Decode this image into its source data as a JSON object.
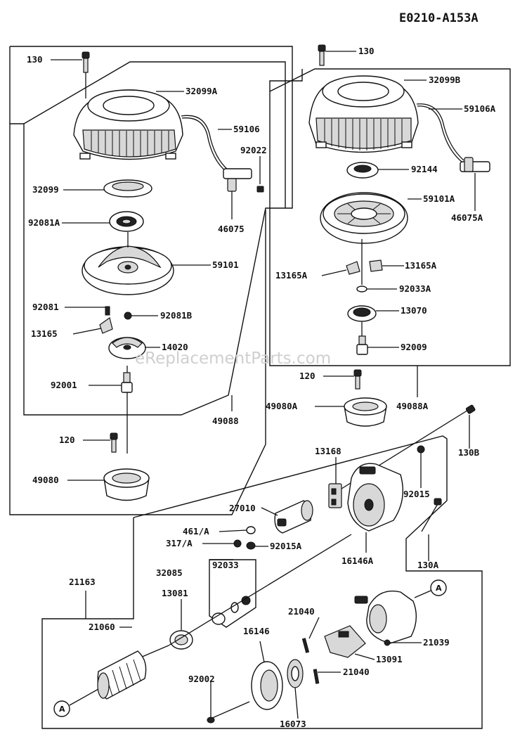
{
  "diagram": {
    "code": "E0210-A153A",
    "watermark": "eReplacementParts.com",
    "callout": "A",
    "labels": {
      "l_130_left": "130",
      "l_32099a": "32099A",
      "l_59106": "59106",
      "l_92022": "92022",
      "l_32099": "32099",
      "l_92081a": "92081A",
      "l_46075": "46075",
      "l_59101": "59101",
      "l_92081": "92081",
      "l_92081b": "92081B",
      "l_13165": "13165",
      "l_14020": "14020",
      "l_92001": "92001",
      "l_49088": "49088",
      "l_120_left": "120",
      "l_49080": "49080",
      "l_130_right": "130",
      "l_32099b": "32099B",
      "l_59106a": "59106A",
      "l_92144": "92144",
      "l_59101a": "59101A",
      "l_46075a": "46075A",
      "l_13165a_left": "13165A",
      "l_13165a_right": "13165A",
      "l_92033a": "92033A",
      "l_13070": "13070",
      "l_92009": "92009",
      "l_120_right": "120",
      "l_49080a": "49080A",
      "l_49088a": "49088A",
      "l_130b": "130B",
      "l_13168": "13168",
      "l_92015": "92015",
      "l_27010": "27010",
      "l_461a": "461/A",
      "l_317a": "317/A",
      "l_92015a": "92015A",
      "l_16146a": "16146A",
      "l_130a": "130A",
      "l_32085": "32085",
      "l_92033": "92033",
      "l_21163": "21163",
      "l_13081": "13081",
      "l_21040_top": "21040",
      "l_21060": "21060",
      "l_16146": "16146",
      "l_21039": "21039",
      "l_13091": "13091",
      "l_92002": "92002",
      "l_21040_bottom": "21040",
      "l_16073": "16073"
    }
  }
}
